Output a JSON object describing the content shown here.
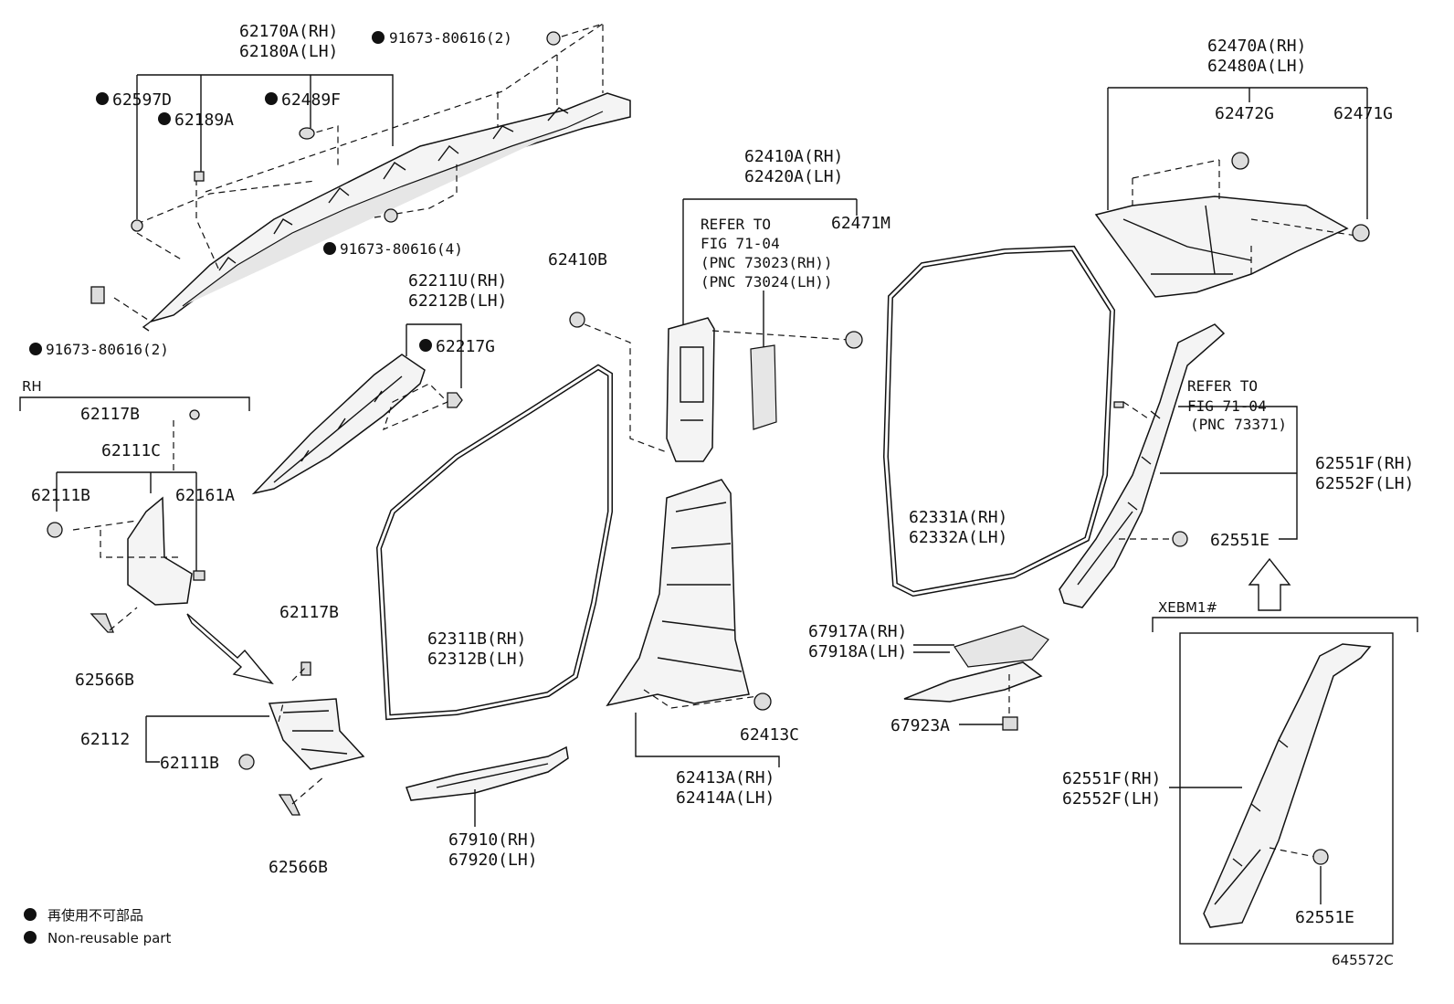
{
  "labels": {
    "l62170a": "62170A(RH)",
    "l62180a": "62180A(LH)",
    "l91673_top": "91673-80616(2)",
    "l62597d": "62597D",
    "l62489f": "62489F",
    "l62189a": "62189A",
    "l91673_mid": "91673-80616(4)",
    "l91673_low": "91673-80616(2)",
    "l62211u": "62211U(RH)",
    "l62212b": "62212B(LH)",
    "l62217g": "62217G",
    "rh": "RH",
    "l62117b_a": "62117B",
    "l62111c": "62111C",
    "l62111b_a": "62111B",
    "l62161a": "62161A",
    "l62566b_a": "62566B",
    "l62117b_b": "62117B",
    "l62112": "62112",
    "l62111b_b": "62111B",
    "l62566b_b": "62566B",
    "l62311b": "62311B(RH)",
    "l62312b": "62312B(LH)",
    "l67910": "67910(RH)",
    "l67920": "67920(LH)",
    "l62410b": "62410B",
    "l62410a": "62410A(RH)",
    "l62420a": "62420A(LH)",
    "refer1_a": "REFER TO",
    "refer1_b": "FIG 71-04",
    "refer1_c": "(PNC 73023(RH))",
    "refer1_d": "(PNC 73024(LH))",
    "l62471m": "62471M",
    "l62413c": "62413C",
    "l62413a": "62413A(RH)",
    "l62414a": "62414A(LH)",
    "l62331a": "62331A(RH)",
    "l62332a": "62332A(LH)",
    "l67917a": "67917A(RH)",
    "l67918a": "67918A(LH)",
    "l67923a": "67923A",
    "l62470a": "62470A(RH)",
    "l62480a": "62480A(LH)",
    "l62472g": "62472G",
    "l62471g": "62471G",
    "refer2_a": "REFER TO",
    "refer2_b": "FIG 71-04",
    "refer2_c": "(PNC 73371)",
    "l62551f_a": "62551F(RH)",
    "l62552f_a": "62552F(LH)",
    "l62551e_a": "62551E",
    "xebm": "XEBM1#",
    "l62551f_b": "62551F(RH)",
    "l62552f_b": "62552F(LH)",
    "l62551e_b": "62551E",
    "legend_jp": "再使用不可部品",
    "legend_en": "Non-reusable part",
    "fig_no": "645572C"
  }
}
